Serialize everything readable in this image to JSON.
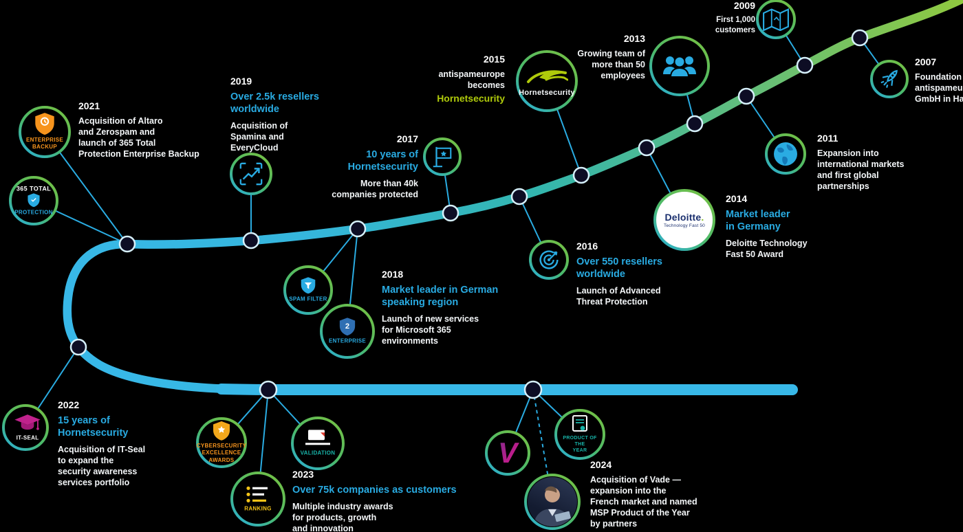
{
  "colors": {
    "accent_blue": "#29ABE2",
    "brand_green": "#AFCA0B",
    "road_blue": "#38B8E8",
    "road_green": "#8DC63F",
    "orange": "#F7941D",
    "magenta": "#C0228C",
    "teal": "#18B3A8",
    "gold": "#F2A71B",
    "deloitte_navy": "#1A2F6E"
  },
  "logo": {
    "wordmark": "Hornetsecurity"
  },
  "deloitte": {
    "name": "Deloitte",
    "dot": ".",
    "sub": "Technology Fast 50"
  },
  "badges": {
    "enterprise_backup": {
      "label": "ENTERPRISE\nBACKUP"
    },
    "total_protection": {
      "top": "365 TOTAL",
      "label": "PROTECTION"
    },
    "spam_filter": {
      "label": "SPAM FILTER"
    },
    "enterprise": {
      "label": "ENTERPRISE",
      "glyph": "2"
    },
    "it_seal": {
      "label": "IT-SEAL"
    },
    "excellence_awards": {
      "label": "CYBERSECURITY\nEXCELLENCE AWARDS"
    },
    "validation": {
      "label": "VALIDATION"
    },
    "ranking": {
      "label": "RANKING"
    },
    "vade": {
      "letter": "V"
    },
    "product_of_year": {
      "label": "PRODUCT OF THE\nYEAR"
    }
  },
  "milestones": {
    "founding": {
      "year": "2007",
      "body": "Foundation of\nantispameurope\nGmbH in Hanover"
    },
    "early_growth": {
      "year": "2009",
      "body": "First 1,000\ncustomers"
    },
    "international": {
      "year": "2011",
      "body": "Expansion into\ninternational markets\nand first global\npartnerships"
    },
    "team": {
      "year": "2013",
      "body": "Growing team of\nmore than 50\nemployees"
    },
    "market_leader_germany": {
      "year": "2014",
      "heading": "Market leader\nin Germany",
      "body": "Deloitte Technology\nFast 50 Award"
    },
    "rebrand": {
      "year": "2015",
      "body": "antispameurope\nbecomes",
      "brand": "Hornetsecurity"
    },
    "resellers_550": {
      "year": "2016",
      "heading": "Over 550 resellers\nworldwide",
      "body": "Launch of Advanced\nThreat Protection"
    },
    "ten_years": {
      "year": "2017",
      "heading": "10 years of\nHornetsecurity",
      "body": "More than 40k\ncompanies protected"
    },
    "market_leader_dach": {
      "year": "2018",
      "heading": "Market leader in German\nspeaking region",
      "body": "Launch of new services\nfor Microsoft 365\nenvironments"
    },
    "resellers_25k": {
      "year": "2019",
      "heading": "Over 2.5k resellers\nworldwide",
      "body": "Acquisition of\nSpamina and\nEveryCloud"
    },
    "backup": {
      "year": "2021",
      "body": "Acquisition of Altaro\nand Zerospam and\nlaunch of 365 Total\nProtection Enterprise Backup"
    },
    "fifteen_years": {
      "year": "2022",
      "heading": "15 years of\nHornetsecurity",
      "body": "Acquisition of IT-Seal\nto expand the\nsecurity awareness\nservices portfolio"
    },
    "customers_75k": {
      "year": "2023",
      "heading": "Over 75k companies as customers",
      "body": "Multiple industry awards\nfor products, growth\nand innovation"
    },
    "vade": {
      "year": "2024",
      "body": "Acquisition of Vade —\nexpansion into the\nFrench market and named\nMSP Product of the Year\nby partners"
    }
  }
}
